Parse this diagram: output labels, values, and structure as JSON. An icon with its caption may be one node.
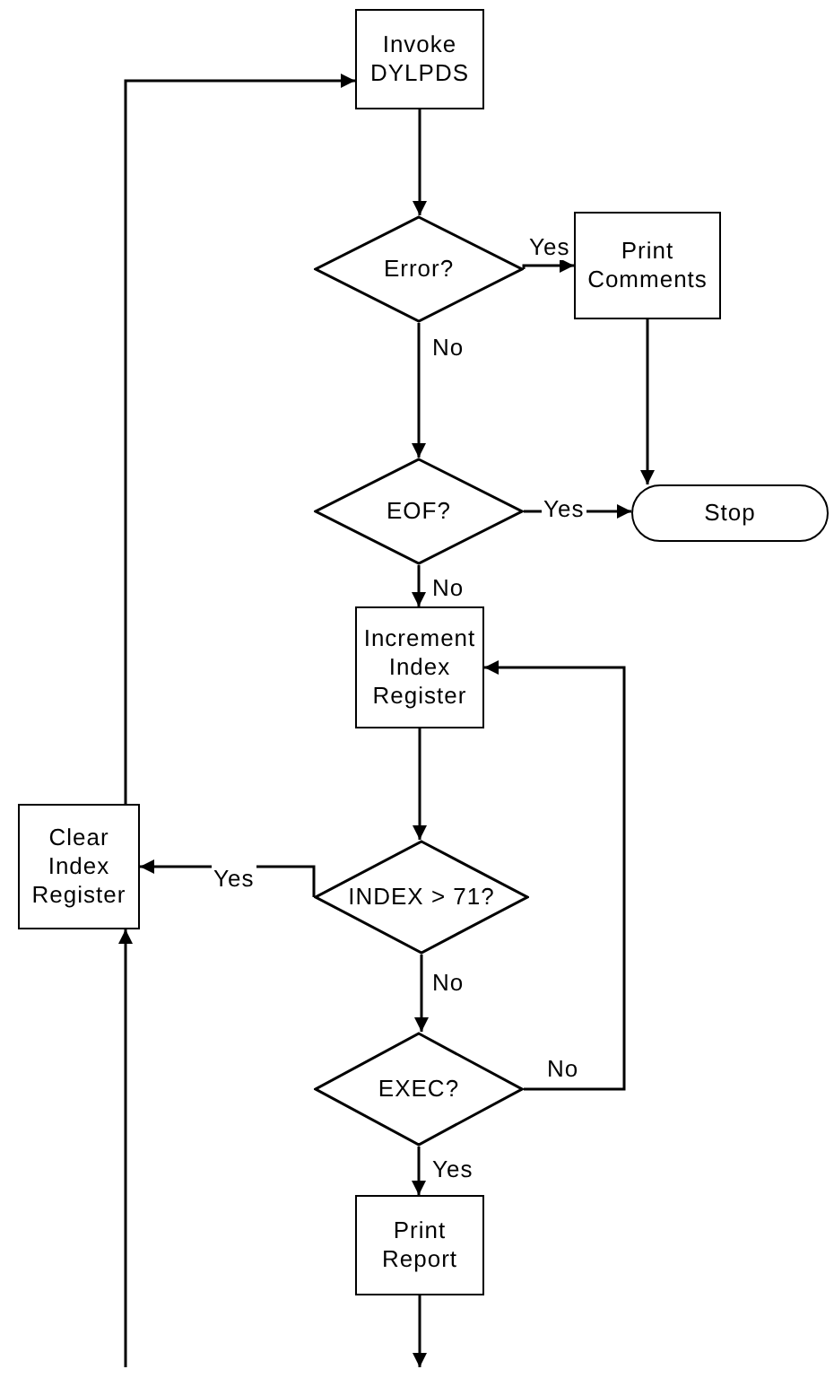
{
  "diagram": {
    "nodes": [
      {
        "text": [
          "Invoke DYLPDS"
        ]
      },
      {
        "text": [
          "Error?"
        ]
      },
      {
        "text": [
          "Print Comments"
        ]
      },
      {
        "text": [
          "EOF?"
        ]
      },
      {
        "text": [
          "Stop"
        ]
      },
      {
        "text": [
          "Increment Index Register"
        ]
      },
      {
        "text": [
          "INDEX > 71?"
        ]
      },
      {
        "text": [
          "Clear Index Register"
        ]
      },
      {
        "text": [
          "EXEC?"
        ]
      },
      {
        "text": [
          "Print Report"
        ]
      }
    ],
    "edges": [
      {
        "from": 0,
        "to": 1,
        "arrow": "to"
      },
      {
        "from": 1,
        "to": 2,
        "arrow": "to",
        "label": "Yes"
      },
      {
        "from": 1,
        "to": 3,
        "arrow": "to",
        "label": "No"
      },
      {
        "from": 2,
        "to": 4,
        "arrow": "to"
      },
      {
        "from": 3,
        "to": 4,
        "arrow": "to",
        "label": "Yes"
      },
      {
        "from": 3,
        "to": 5,
        "arrow": "to",
        "label": "No"
      },
      {
        "from": 5,
        "to": 6,
        "arrow": "to"
      },
      {
        "from": 6,
        "to": 7,
        "arrow": "to",
        "label": "Yes"
      },
      {
        "from": 6,
        "to": 8,
        "arrow": "to",
        "label": "No"
      },
      {
        "from": 8,
        "to": 5,
        "arrow": "to",
        "label": "No"
      },
      {
        "from": 8,
        "to": 9,
        "arrow": "to",
        "label": "Yes"
      },
      {
        "from": 9,
        "to": null,
        "arrow": "to"
      },
      {
        "from": null,
        "to": 7,
        "arrow": "to"
      },
      {
        "from": 7,
        "to": 0,
        "arrow": "to"
      }
    ]
  }
}
